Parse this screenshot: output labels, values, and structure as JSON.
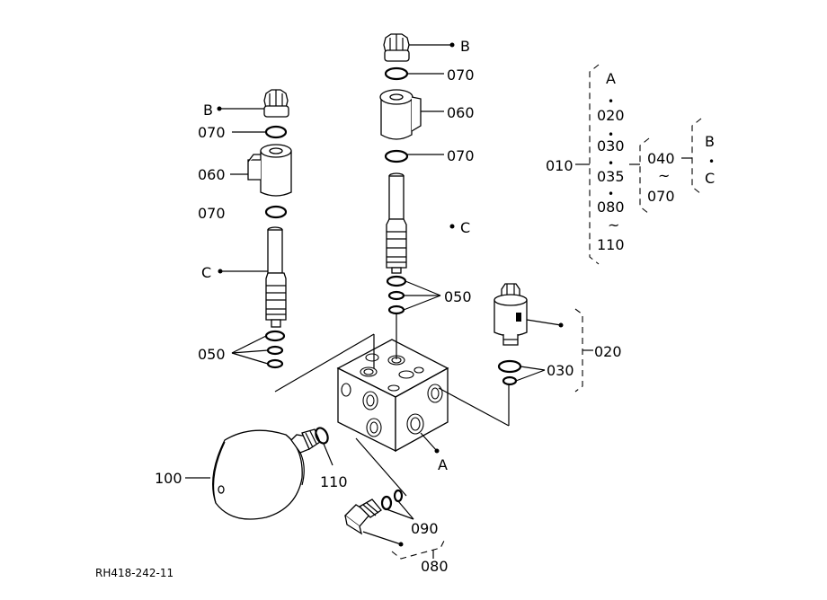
{
  "drawing_code": "RH418-242-11",
  "callouts": {
    "left_b": "B",
    "left_070_top": "070",
    "left_060": "060",
    "left_070_bottom": "070",
    "left_c": "C",
    "left_050": "050",
    "center_b": "B",
    "center_070_top": "070",
    "center_060": "060",
    "center_070_bottom": "070",
    "center_c": "C",
    "center_050": "050",
    "right_020": "020",
    "right_030": "030",
    "accumulator_100": "100",
    "oring_110": "110",
    "block_a": "A",
    "plug_090": "090",
    "plug_080": "080"
  },
  "legend": {
    "main_label": "010",
    "col1": [
      "A",
      "020",
      "030",
      "035",
      "080",
      "110"
    ],
    "col2_label": "040",
    "col2_end": "070",
    "col3": [
      "B",
      "C"
    ],
    "tilde": "~",
    "bullet": "•"
  }
}
